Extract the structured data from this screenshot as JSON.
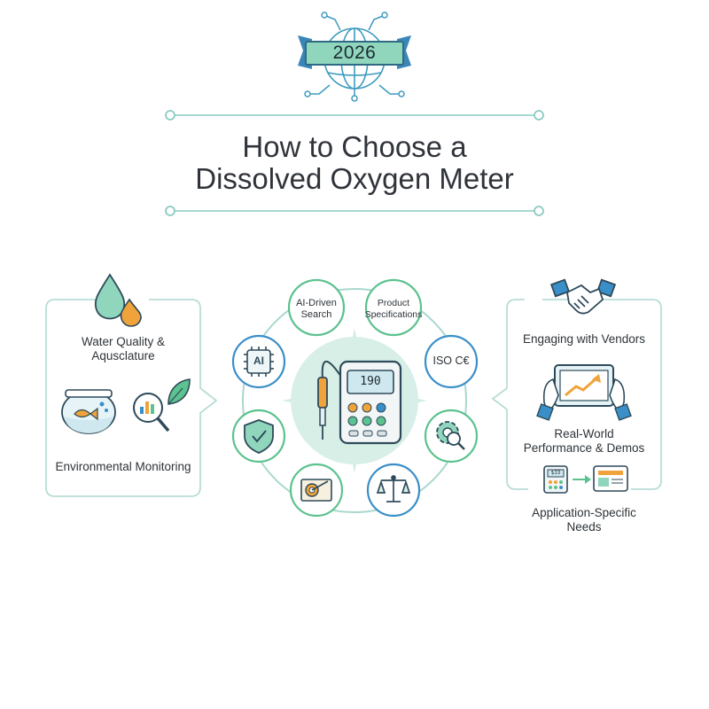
{
  "header": {
    "year_badge": "2026",
    "title_line1": "How to Choose a",
    "title_line2": "Dissolved Oxygen Meter"
  },
  "left_panel": {
    "label_water": "Water Quality &\nAqusclature",
    "label_env": "Environmental Monitoring"
  },
  "hub": {
    "node_ai_driven": "AI-Driven\nSearch",
    "node_product_specs": "Product\nSpecifications",
    "node_iso": "ISO C€",
    "node_ai_chip": "AI",
    "meter_reading": "190"
  },
  "right_panel": {
    "label_vendors": "Engaging with Vendors",
    "label_performance": "Real-World\nPerformance & Demos",
    "label_application": "Application-Specific\nNeeds",
    "mini_meter_reading": "$33"
  },
  "colors": {
    "teal_dark": "#2e6a82",
    "mint": "#8fd6bd",
    "green_ring": "#5cc28f",
    "blue_ring": "#3a8fc8",
    "orange": "#f0a33a",
    "line_light": "#b9ddd7",
    "hub_fill": "#d7efe6"
  },
  "icons": [
    "globe-icon",
    "water-drops-icon",
    "fish-bowl-icon",
    "magnifier-chart-icon",
    "leaf-icon",
    "handshake-icon",
    "tablet-chart-icon",
    "meter-to-screen-icon",
    "ai-chip-icon",
    "shield-check-icon",
    "scale-icon",
    "gear-magnifier-icon",
    "target-tag-icon"
  ]
}
